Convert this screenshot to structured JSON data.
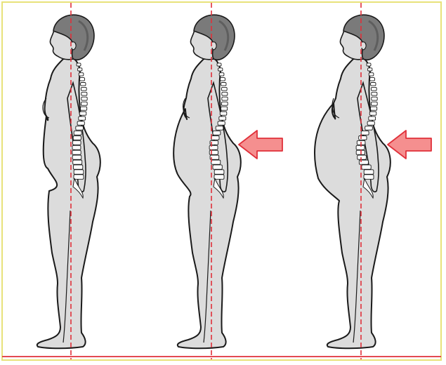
{
  "figures": [
    {
      "id": "stage-1",
      "stage": "not-pregnant",
      "belly": 0.0
    },
    {
      "id": "stage-2",
      "stage": "mid-pregnancy",
      "belly": 0.55
    },
    {
      "id": "stage-3",
      "stage": "late-pregnancy",
      "belly": 1.0
    }
  ],
  "arrows": [
    {
      "figure": "stage-2",
      "direction": "left",
      "meaning": "lumbar-curve-increase"
    },
    {
      "figure": "stage-3",
      "direction": "left",
      "meaning": "lumbar-curve-increase"
    }
  ],
  "colors": {
    "border": "#e8e27a",
    "body_fill": "#dcdcdc",
    "outline": "#1a1a1a",
    "hair": "#7a7a7a",
    "hair_shade": "#5e5e5e",
    "vertebra": "#ffffff",
    "plumb_line": "#e0303a",
    "ground_line": "#e0303a",
    "arrow_fill": "#f58f8f",
    "arrow_stroke": "#e0303a"
  }
}
